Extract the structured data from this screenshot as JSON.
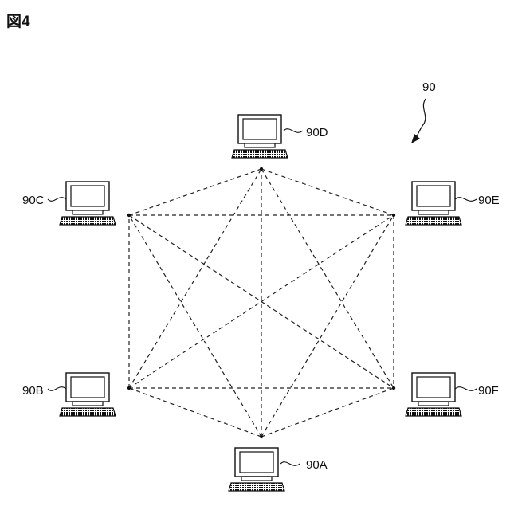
{
  "figure": {
    "title": "図4",
    "system_label": "90"
  },
  "nodes": [
    {
      "id": "A",
      "label": "90A"
    },
    {
      "id": "B",
      "label": "90B"
    },
    {
      "id": "C",
      "label": "90C"
    },
    {
      "id": "D",
      "label": "90D"
    },
    {
      "id": "E",
      "label": "90E"
    },
    {
      "id": "F",
      "label": "90F"
    }
  ],
  "connections": "full-mesh",
  "line_style": "dashed",
  "colors": {
    "ink": "#111111",
    "screen": "#ffffff"
  }
}
